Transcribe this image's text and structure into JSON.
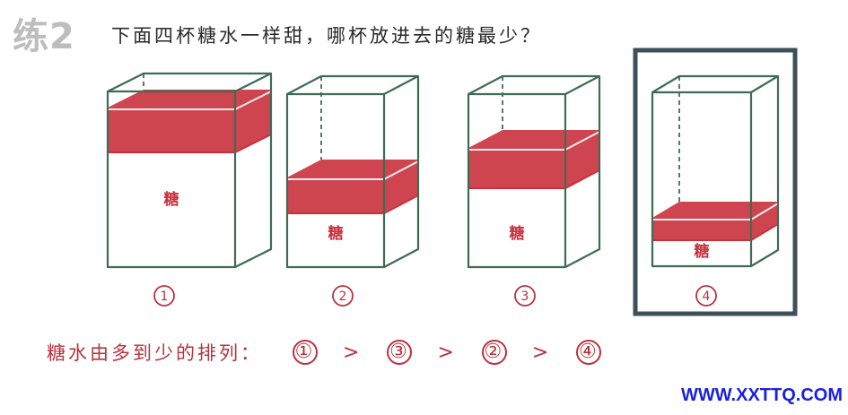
{
  "header": {
    "exercise_label": "练2",
    "question": "下面四杯糖水一样甜，哪杯放进去的糖最少？"
  },
  "cups": [
    {
      "number": "①",
      "sugar_label": "糖",
      "selected": false
    },
    {
      "number": "②",
      "sugar_label": "糖",
      "selected": false
    },
    {
      "number": "③",
      "sugar_label": "糖",
      "selected": false
    },
    {
      "number": "④",
      "sugar_label": "糖",
      "selected": true
    }
  ],
  "answer": {
    "prefix": "糖水由多到少的排列：",
    "sequence": [
      "①",
      ">",
      "③",
      ">",
      "②",
      ">",
      "④"
    ]
  },
  "colors": {
    "frame": "#3f6b55",
    "water": "#c9313c",
    "selection_border": "#3d4f57",
    "text_red": "#b8323e"
  },
  "watermark": "WWW.XXTTQ.COM"
}
